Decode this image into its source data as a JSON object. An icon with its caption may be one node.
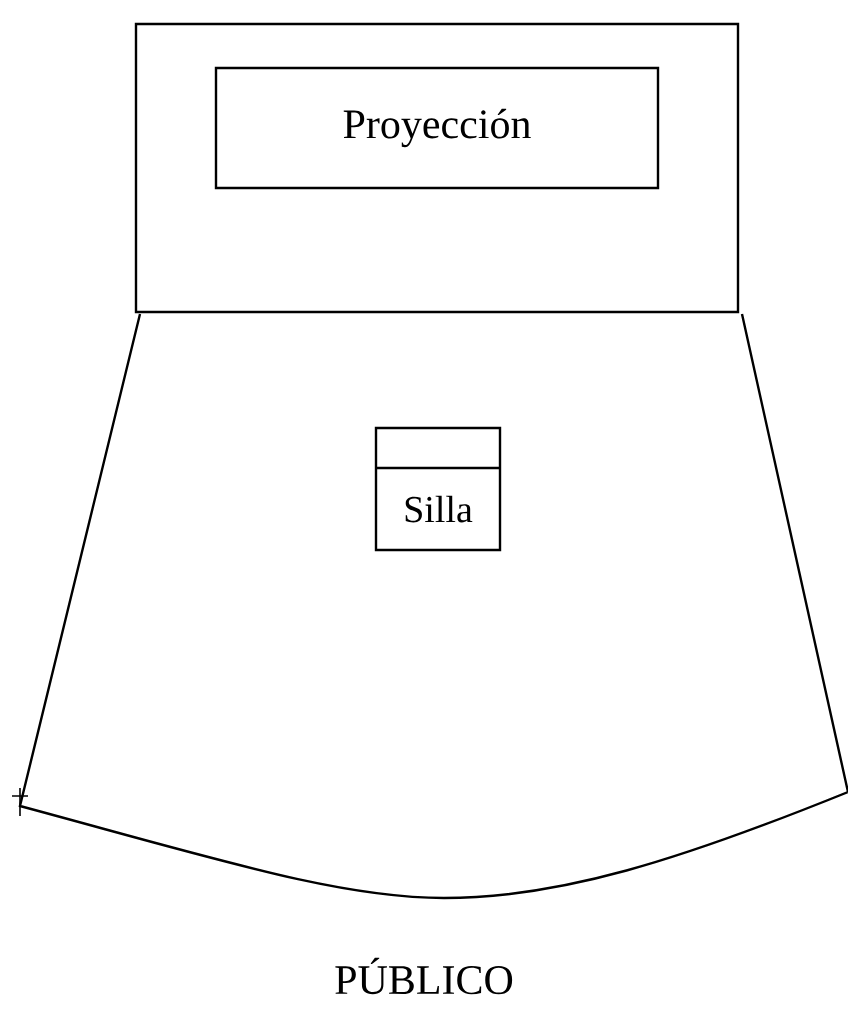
{
  "diagram": {
    "nodes": [
      {
        "text": [],
        "shape": "box"
      },
      {
        "text": [
          "Proyección"
        ],
        "in": 0
      },
      {
        "text": [
          "PÚBLICO"
        ]
      },
      {
        "text": [
          "Silla"
        ],
        "in": 2
      }
    ]
  }
}
